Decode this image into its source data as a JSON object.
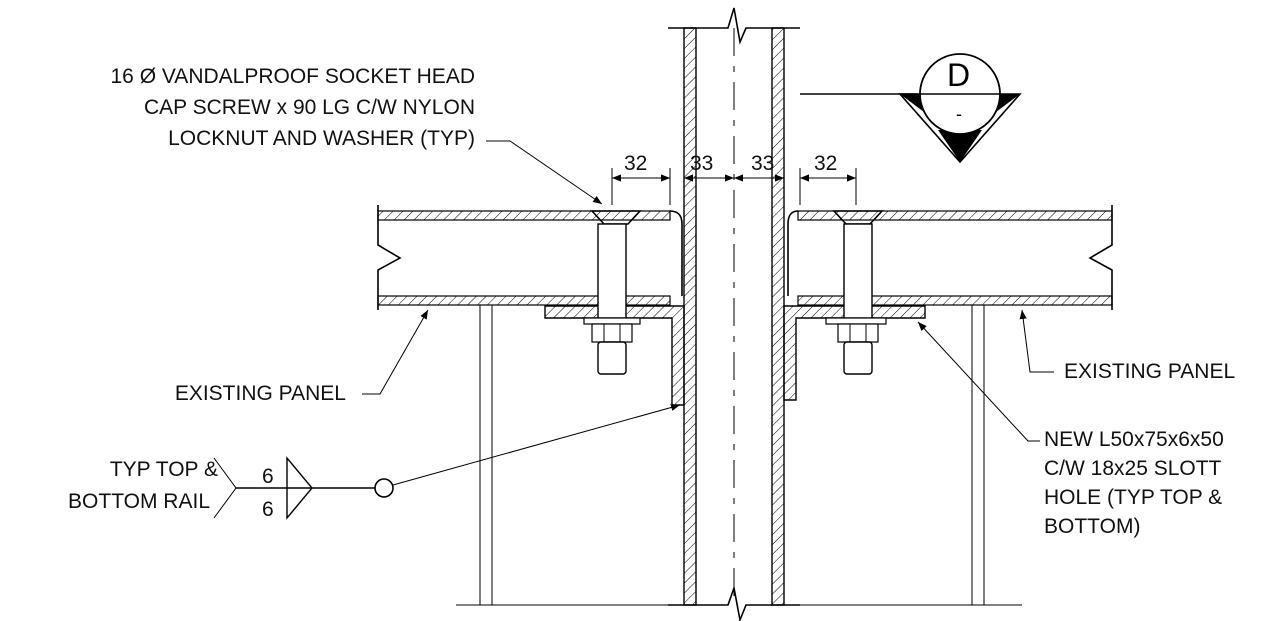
{
  "notes": {
    "screw_line1": "16 Ø VANDALPROOF SOCKET HEAD",
    "screw_line2": "CAP SCREW x 90 LG C/W NYLON",
    "screw_line3": "LOCKNUT AND WASHER (TYP)",
    "panel_left": "EXISTING PANEL",
    "panel_right": "EXISTING PANEL",
    "angle_line1": "NEW L50x75x6x50",
    "angle_line2": "C/W 18x25 SLOTT",
    "angle_line3": "HOLE (TYP TOP &",
    "angle_line4": "BOTTOM)"
  },
  "weld": {
    "note_line1": "TYP TOP &",
    "note_line2": "BOTTOM RAIL",
    "size_top": "6",
    "size_bottom": "6"
  },
  "dimensions": [
    "32",
    "33",
    "33",
    "32"
  ],
  "section_marker": {
    "letter": "D",
    "sheet": "-"
  }
}
